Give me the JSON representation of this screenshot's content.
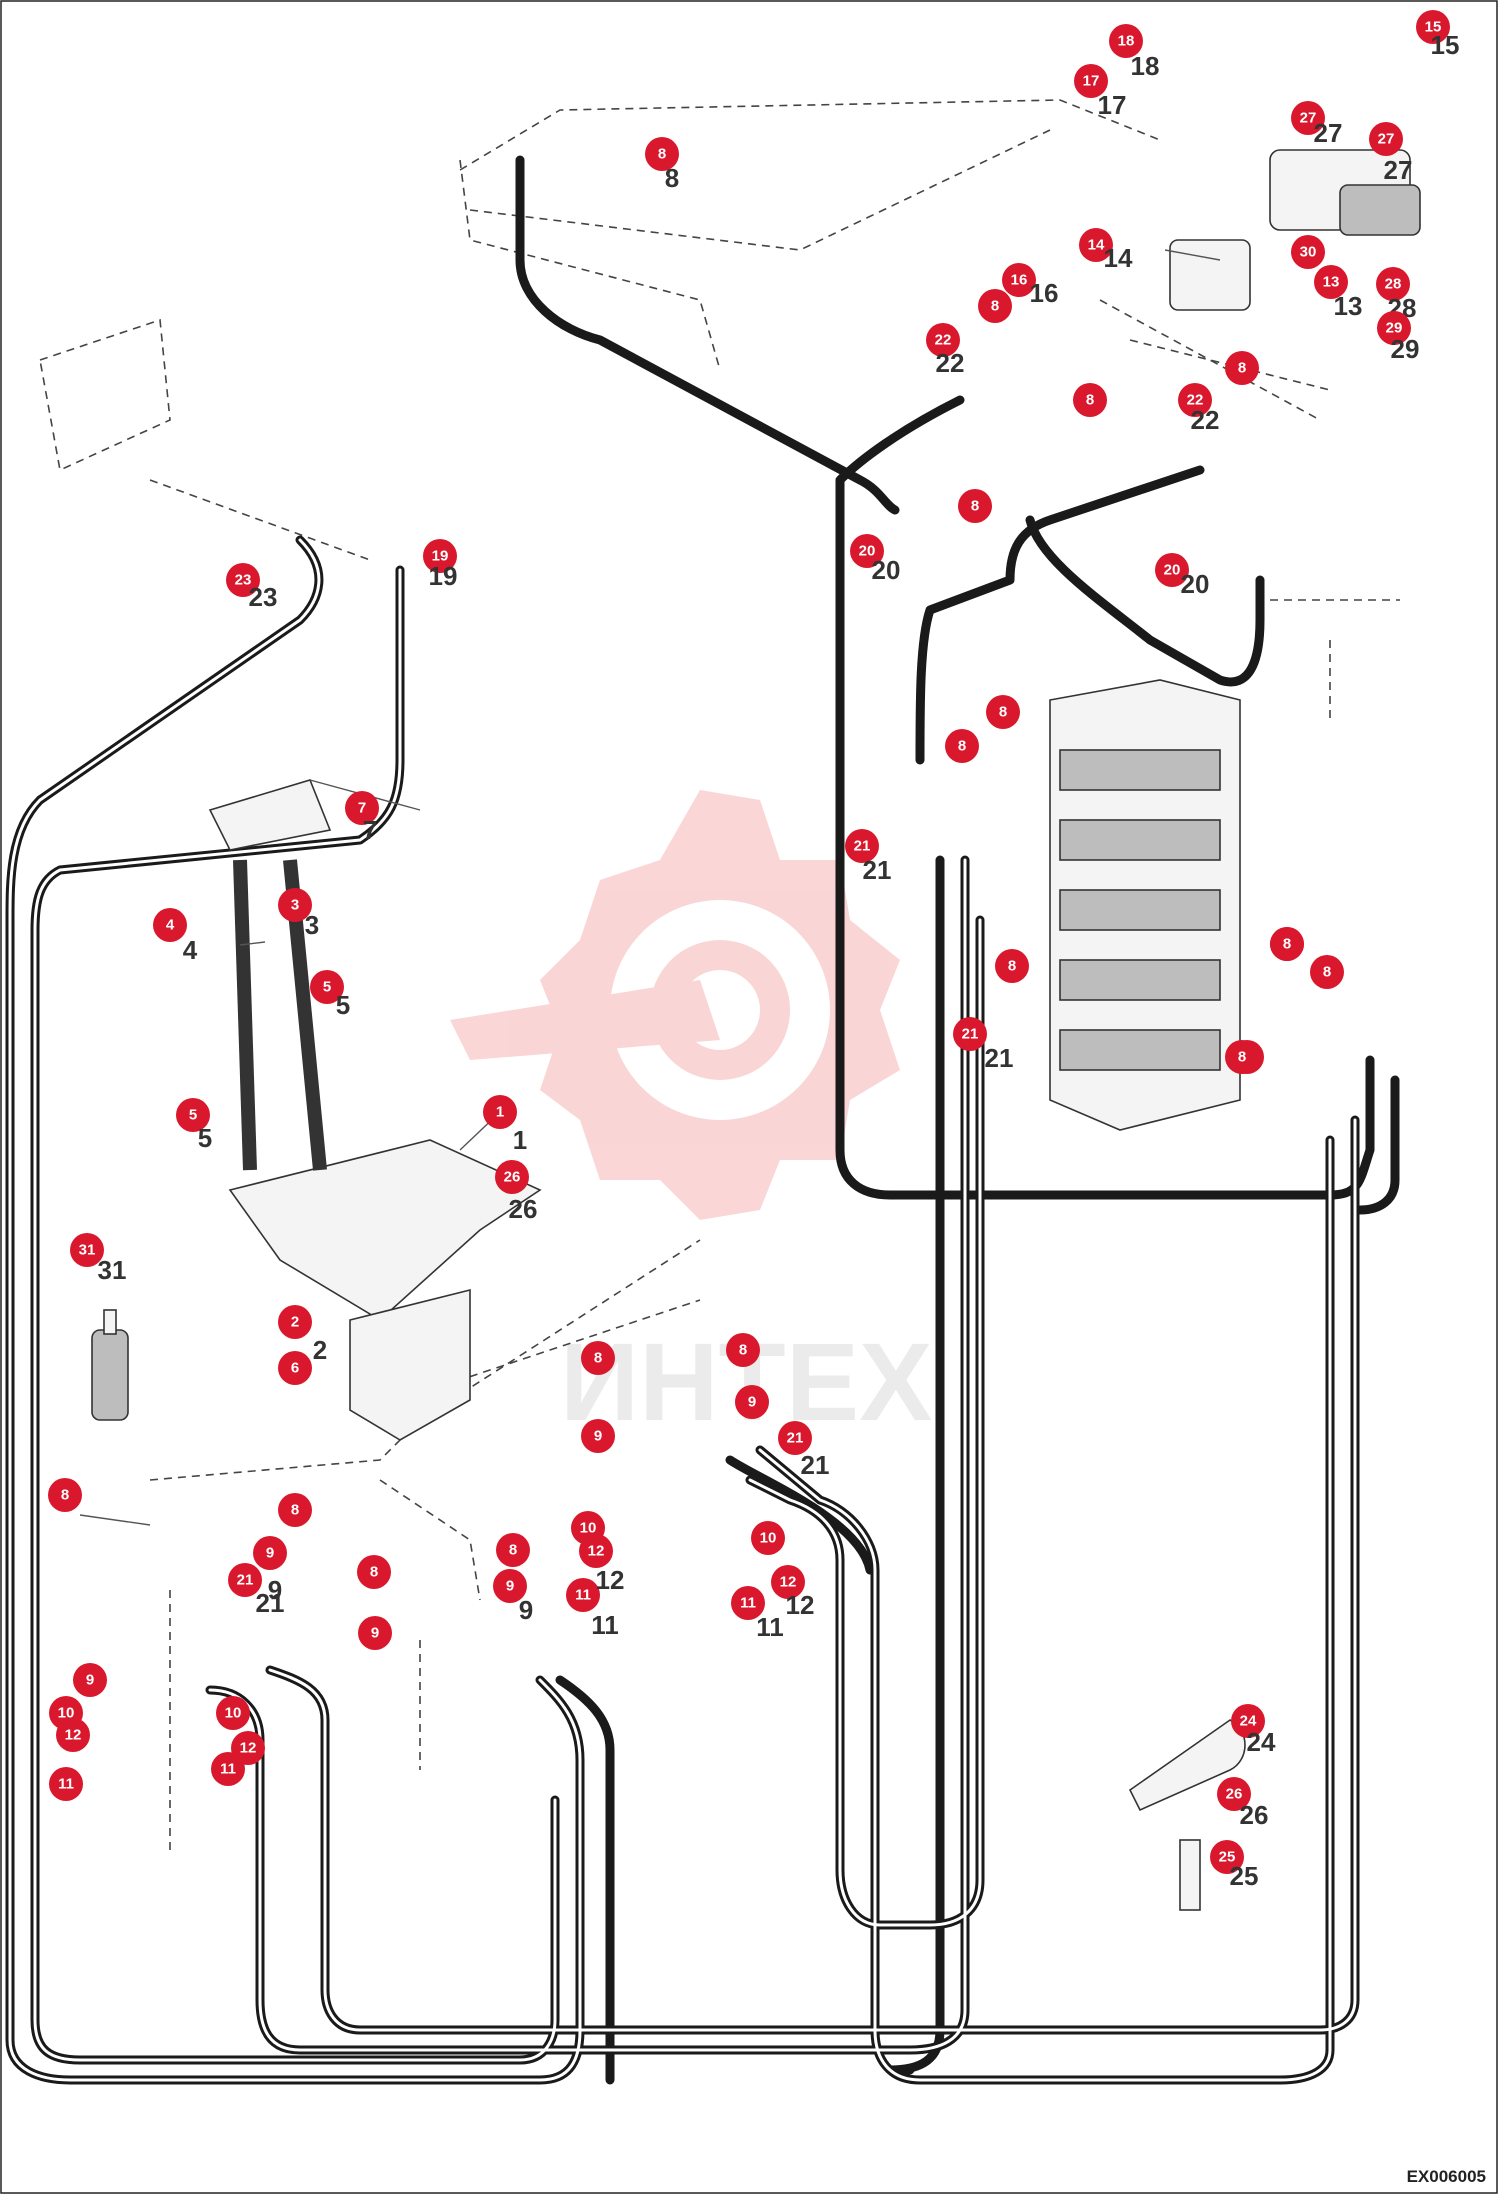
{
  "watermark": {
    "text": "ИНТЕX",
    "color": "#f08a8a"
  },
  "figure_id": "EX006005",
  "colors": {
    "badge": "#d9182d",
    "hose": "#1a1a1a",
    "line": "#333333"
  },
  "callouts": [
    {
      "id": "c1",
      "number": "1"
    },
    {
      "id": "c2",
      "number": "2"
    },
    {
      "id": "c3",
      "number": "3"
    },
    {
      "id": "c4",
      "number": "4"
    },
    {
      "id": "c5a",
      "number": "5"
    },
    {
      "id": "c5b",
      "number": "5"
    },
    {
      "id": "c6",
      "number": "6"
    },
    {
      "id": "c7",
      "number": "7"
    },
    {
      "id": "c8a",
      "number": "8"
    },
    {
      "id": "c8b",
      "number": "8"
    },
    {
      "id": "c8c",
      "number": "8"
    },
    {
      "id": "c8d",
      "number": "8"
    },
    {
      "id": "c8e",
      "number": "8"
    },
    {
      "id": "c8f",
      "number": "8"
    },
    {
      "id": "c8g",
      "number": "8"
    },
    {
      "id": "c8h",
      "number": "8"
    },
    {
      "id": "c8i",
      "number": "8"
    },
    {
      "id": "c8j",
      "number": "8"
    },
    {
      "id": "c8k",
      "number": "8"
    },
    {
      "id": "c8l",
      "number": "8"
    },
    {
      "id": "c8m",
      "number": "8"
    },
    {
      "id": "c8n",
      "number": "8"
    },
    {
      "id": "c8o",
      "number": "8"
    },
    {
      "id": "c8p",
      "number": "8"
    },
    {
      "id": "c8q",
      "number": "8"
    },
    {
      "id": "c8r",
      "number": "8"
    },
    {
      "id": "c8s",
      "number": "8"
    },
    {
      "id": "c9a",
      "number": "9"
    },
    {
      "id": "c9b",
      "number": "9"
    },
    {
      "id": "c9c",
      "number": "9"
    },
    {
      "id": "c9d",
      "number": "9"
    },
    {
      "id": "c9e",
      "number": "9"
    },
    {
      "id": "c9f",
      "number": "9"
    },
    {
      "id": "c10a",
      "number": "10"
    },
    {
      "id": "c10b",
      "number": "10"
    },
    {
      "id": "c10c",
      "number": "10"
    },
    {
      "id": "c10d",
      "number": "10"
    },
    {
      "id": "c11a",
      "number": "11"
    },
    {
      "id": "c11b",
      "number": "11"
    },
    {
      "id": "c11c",
      "number": "11"
    },
    {
      "id": "c11d",
      "number": "11"
    },
    {
      "id": "c12a",
      "number": "12"
    },
    {
      "id": "c12b",
      "number": "12"
    },
    {
      "id": "c12c",
      "number": "12"
    },
    {
      "id": "c12d",
      "number": "12"
    },
    {
      "id": "c13",
      "number": "13"
    },
    {
      "id": "c14",
      "number": "14"
    },
    {
      "id": "c15",
      "number": "15"
    },
    {
      "id": "c16",
      "number": "16"
    },
    {
      "id": "c17",
      "number": "17"
    },
    {
      "id": "c18",
      "number": "18"
    },
    {
      "id": "c19",
      "number": "19"
    },
    {
      "id": "c20a",
      "number": "20"
    },
    {
      "id": "c20b",
      "number": "20"
    },
    {
      "id": "c21a",
      "number": "21"
    },
    {
      "id": "c21b",
      "number": "21"
    },
    {
      "id": "c21c",
      "number": "21"
    },
    {
      "id": "c21d",
      "number": "21"
    },
    {
      "id": "c22a",
      "number": "22"
    },
    {
      "id": "c22b",
      "number": "22"
    },
    {
      "id": "c23",
      "number": "23"
    },
    {
      "id": "c24",
      "number": "24"
    },
    {
      "id": "c25",
      "number": "25"
    },
    {
      "id": "c26a",
      "number": "26"
    },
    {
      "id": "c26b",
      "number": "26"
    },
    {
      "id": "c27a",
      "number": "27"
    },
    {
      "id": "c27b",
      "number": "27"
    },
    {
      "id": "c28",
      "number": "28"
    },
    {
      "id": "c29",
      "number": "29"
    },
    {
      "id": "c30",
      "number": "30"
    },
    {
      "id": "c31",
      "number": "31"
    }
  ]
}
